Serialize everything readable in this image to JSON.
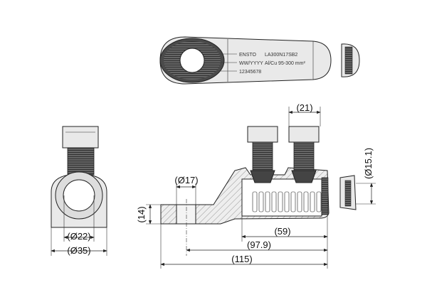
{
  "top_view": {
    "marking": {
      "brand": "ENSTO",
      "date_code": "WW/YYYY",
      "serial": "12345678",
      "model": "LA300N17SB2",
      "conductor": "Al/Cu 95-300 mm²"
    }
  },
  "dimensions": {
    "screw_pitch": "(21)",
    "seal_diameter": "(Ø15.1)",
    "hole_diameter": "(Ø17)",
    "palm_thickness": "(14)",
    "barrel_length": "(59)",
    "hole_to_end": "(97.9)",
    "overall_length": "(115)",
    "inner_diameter": "(Ø22)",
    "outer_diameter": "(Ø35)"
  },
  "colors": {
    "line": "#222222",
    "fill": "#e9e9e9",
    "thread": "#555555"
  }
}
